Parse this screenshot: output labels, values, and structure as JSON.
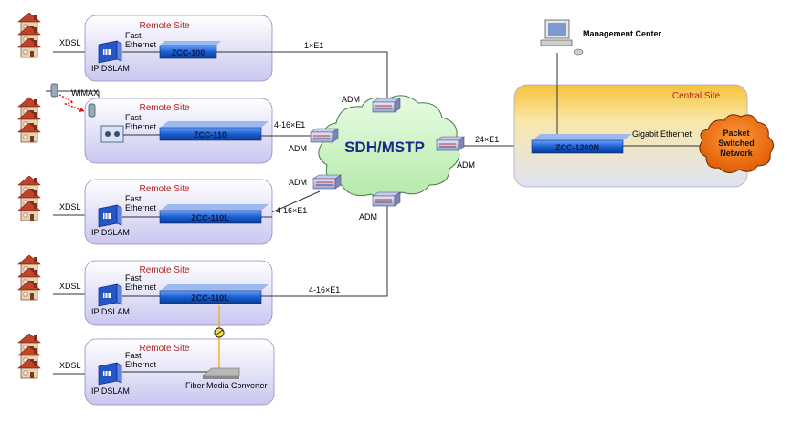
{
  "colors": {
    "site_title": "#b22222",
    "line": "#333333",
    "device_blue": "#1a5fd0",
    "cloud": "#c7f2c0",
    "cloud_text": "#1a2a8a",
    "packet": "#e8650a",
    "site_panel_top": "#ffffff",
    "site_panel_bottom": "#c9c7f0",
    "central_top": "#f6c23a",
    "central_bottom": "#dfe3f4",
    "house_roof": "#c0442a",
    "fiber": "#f0b030"
  },
  "icons": {
    "house": "house-icon",
    "dslam": "dslam-icon",
    "adm": "adm-router-icon",
    "computer": "computer-icon",
    "wimax": "wimax-antenna-icon",
    "converter": "media-converter-icon"
  },
  "management": {
    "label": "Management Center"
  },
  "central": {
    "title": "Central  Site",
    "device": "ZCC-1200N",
    "uplink_label": "Gigabit Ethernet",
    "packet_network": "Packet Switched Network"
  },
  "cloud": {
    "label": "SDH/MSTP"
  },
  "core_link": {
    "label": "24×E1",
    "adm_label": "ADM"
  },
  "sites": [
    {
      "title": "Remote Site",
      "access": "XDSL",
      "access_device": "IP DSLAM",
      "lan": "Fast Ethernet",
      "device": "ZCC-100",
      "link": "1×E1",
      "adm": "ADM"
    },
    {
      "title": "Remote Site",
      "access": "WiMAX",
      "access_device": "",
      "lan": "Fast Ethernet",
      "device": "ZCC-110",
      "link": "4-16×E1",
      "adm": "ADM"
    },
    {
      "title": "Remote Site",
      "access": "XDSL",
      "access_device": "IP DSLAM",
      "lan": "Fast Ethernet",
      "device": "ZCC-110L",
      "link": "4-16×E1",
      "adm": "ADM"
    },
    {
      "title": "Remote Site",
      "access": "XDSL",
      "access_device": "IP DSLAM",
      "lan": "Fast Ethernet",
      "device": "ZCC-110L",
      "link": "4-16×E1",
      "adm": "ADM"
    },
    {
      "title": "Remote Site",
      "access": "XDSL",
      "access_device": "IP DSLAM",
      "lan": "Fast Ethernet",
      "device": "",
      "link": "",
      "adm": "",
      "converter": "Fiber Media Converter"
    }
  ]
}
